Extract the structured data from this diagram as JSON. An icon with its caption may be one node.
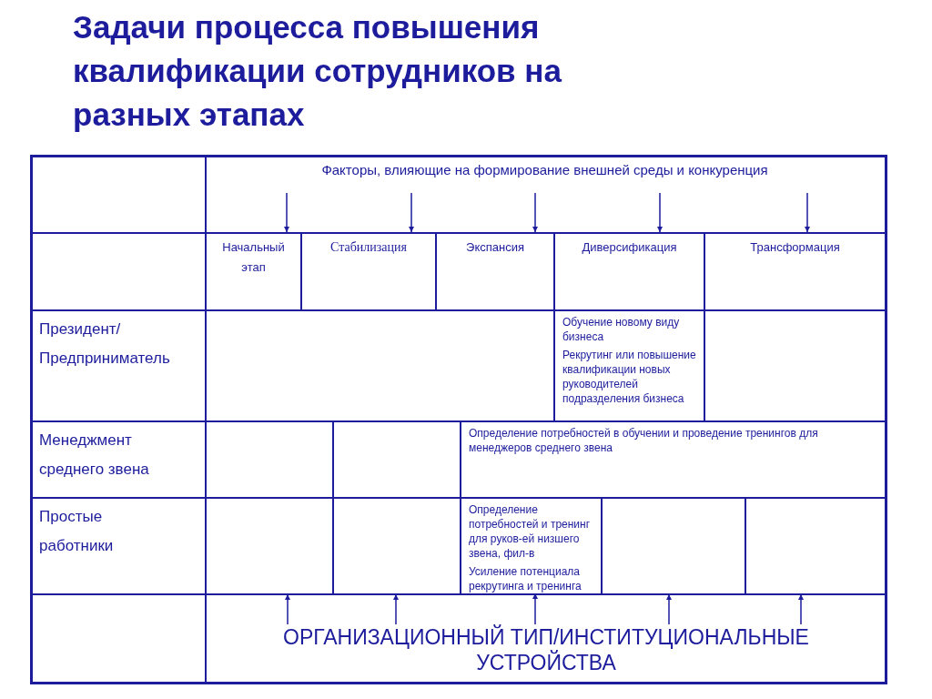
{
  "diagram": {
    "title": "Задачи процесса повышения квалификации сотрудников на разных этапах",
    "nodes": [
      {
        "text": [
          "Факторы, влияющие на формирование внешней среды и конкуренция"
        ]
      },
      {
        "text": [
          "Начальный этап"
        ]
      },
      {
        "text": [
          "Стабилизация"
        ]
      },
      {
        "text": [
          "Экспансия"
        ]
      },
      {
        "text": [
          "Диверсификация"
        ]
      },
      {
        "text": [
          "Трансформация"
        ]
      },
      {
        "text": [
          "Президент/ Предприниматель"
        ]
      },
      {
        "text": [
          "Обучение новому  виду бизнеса",
          "Рекрутинг или повышение квалификации новых руководителей подразделения бизнеса"
        ]
      },
      {
        "text": [
          "Менеджмент среднего звена"
        ]
      },
      {
        "text": [
          "Определение потребностей в обучении и проведение тренингов для менеджеров среднего звена"
        ]
      },
      {
        "text": [
          "Простые работники"
        ]
      },
      {
        "text": [
          "Определение потребностей и тренинг для руков-ей низшего звена, фил-в",
          "Усиление потенциала рекрутинга и тренинга"
        ]
      },
      {
        "text": [
          "ОРГАНИЗАЦИОННЫЙ ТИП/ИНСТИТУЦИОНАЛЬНЫЕ УСТРОЙСТВА"
        ]
      }
    ],
    "edges": [
      {
        "from": 0,
        "to": 1,
        "arrow": "to"
      },
      {
        "from": 0,
        "to": 2,
        "arrow": "to"
      },
      {
        "from": 0,
        "to": 3,
        "arrow": "to"
      },
      {
        "from": 0,
        "to": 4,
        "arrow": "to"
      },
      {
        "from": 0,
        "to": 5,
        "arrow": "to"
      },
      {
        "from": 12,
        "to": null,
        "arrow": "to"
      },
      {
        "from": 12,
        "to": null,
        "arrow": "to"
      },
      {
        "from": 12,
        "to": 11,
        "arrow": "to"
      },
      {
        "from": 12,
        "to": null,
        "arrow": "to"
      },
      {
        "from": 12,
        "to": null,
        "arrow": "to"
      }
    ]
  }
}
